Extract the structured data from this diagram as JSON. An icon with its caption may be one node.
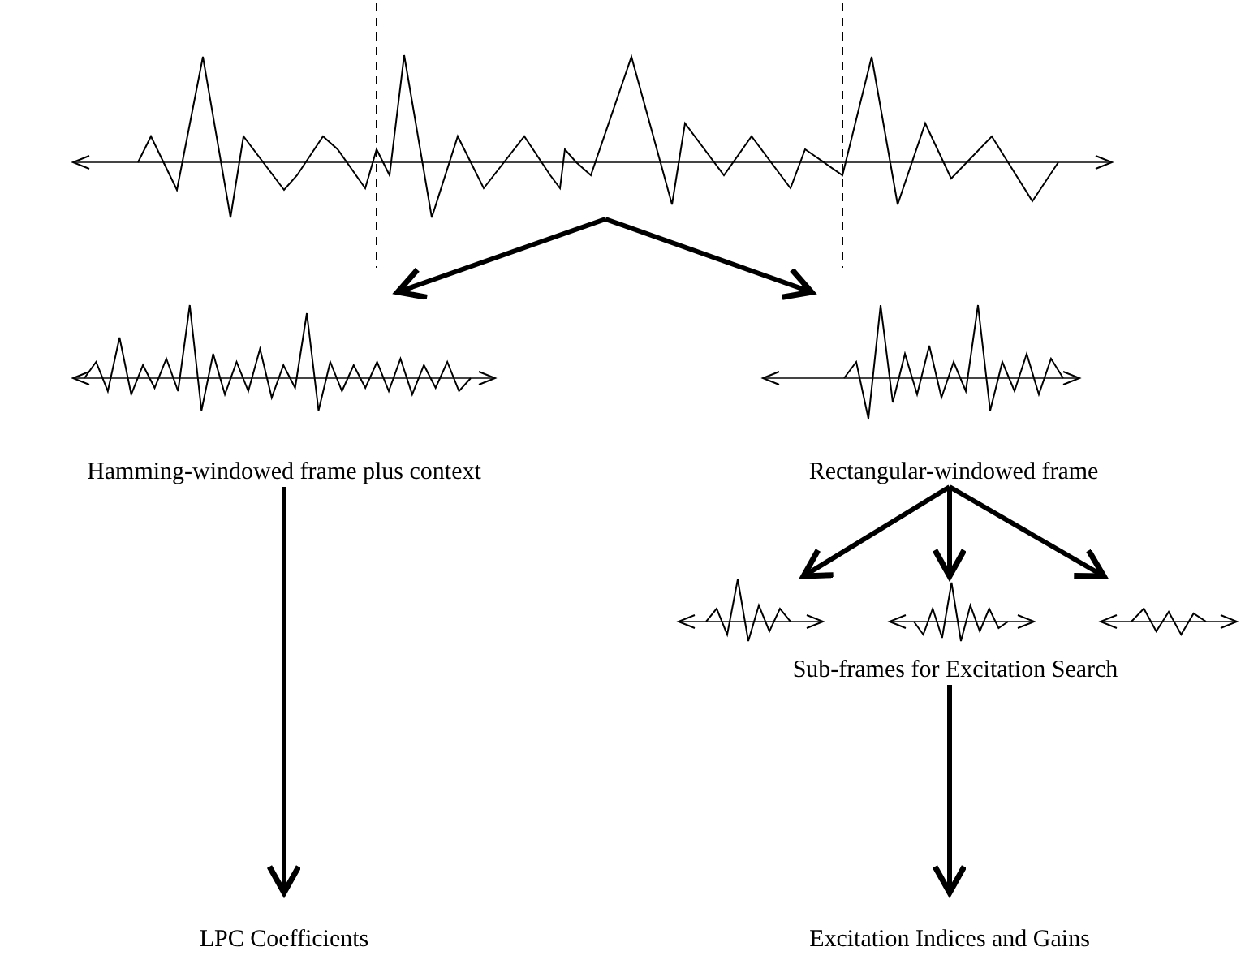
{
  "diagram": {
    "nodes": [
      {
        "text": [],
        "shape": "picture"
      },
      {
        "text": [
          "Hamming-windowed frame plus context"
        ]
      },
      {
        "text": [
          "Rectangular-windowed frame"
        ]
      },
      {
        "text": [
          "Sub-frames for Excitation Search"
        ]
      },
      {
        "text": [],
        "shape": "picture",
        "in": 3
      },
      {
        "text": [],
        "shape": "picture",
        "in": 3
      },
      {
        "text": [],
        "shape": "picture",
        "in": 3
      },
      {
        "text": [
          "LPC Coefficients"
        ]
      },
      {
        "text": [
          "Excitation Indices and Gains"
        ]
      }
    ],
    "edges": [
      {
        "from": 0,
        "to": 1,
        "arrow": "to"
      },
      {
        "from": 0,
        "to": 2,
        "arrow": "to"
      },
      {
        "from": 1,
        "to": 7,
        "arrow": "to"
      },
      {
        "from": 2,
        "to": 4,
        "arrow": "to"
      },
      {
        "from": 2,
        "to": 5,
        "arrow": "to"
      },
      {
        "from": 2,
        "to": 6,
        "arrow": "to"
      },
      {
        "from": 3,
        "to": 8,
        "arrow": "to"
      }
    ]
  }
}
